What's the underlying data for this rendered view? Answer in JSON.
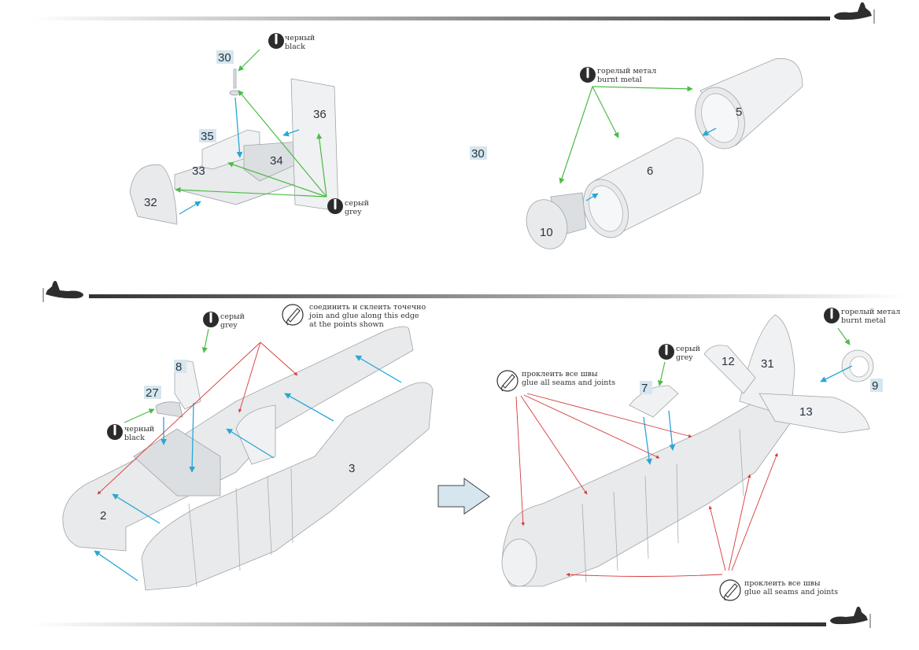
{
  "page": {
    "title": "Assembly instructions - fuselage & cockpit",
    "colors": {
      "arrow_blue": "#28a7d6",
      "arrow_green": "#4cbb47",
      "arrow_red": "#d63a3a",
      "label_bg": "#d6e6ee",
      "part_fill": "#e8eaec",
      "next_step_arrow": "#d6e6ee"
    }
  },
  "step1_cockpit": {
    "parts": [
      "30",
      "35",
      "36",
      "33",
      "34",
      "32"
    ],
    "paint_black": {
      "ru": "черный",
      "en": "black",
      "icon": "paint-drop-icon"
    },
    "paint_grey": {
      "ru": "серый",
      "en": "grey",
      "icon": "paint-drop-icon"
    }
  },
  "step1_extra_label": "30",
  "step2_exhaust": {
    "parts": [
      "5",
      "6",
      "10"
    ],
    "paint": {
      "ru": "горелый метал",
      "en": "burnt metal",
      "icon": "paint-drop-icon"
    }
  },
  "step3_fuselage": {
    "parts": [
      "8",
      "27",
      "2",
      "3"
    ],
    "paint_grey": {
      "ru": "серый",
      "en": "grey"
    },
    "paint_black": {
      "ru": "черный",
      "en": "black"
    },
    "glue_note": {
      "ru": "соединить и склеить точечно",
      "en1": "join and glue along this edge",
      "en2": "at the points shown",
      "icon": "glue-tube-icon"
    }
  },
  "step4_final": {
    "parts": [
      "7",
      "12",
      "31",
      "13",
      "9"
    ],
    "paint_grey": {
      "ru": "серый",
      "en": "grey"
    },
    "paint_burnt": {
      "ru": "горелый метал",
      "en": "burnt metal"
    },
    "glue_note_top": {
      "ru": "проклеить все швы",
      "en": "glue all seams and joints",
      "icon": "glue-tube-icon"
    },
    "glue_note_bottom": {
      "ru": "проклеить все швы",
      "en": "glue all seams and joints",
      "icon": "glue-tube-icon"
    }
  }
}
